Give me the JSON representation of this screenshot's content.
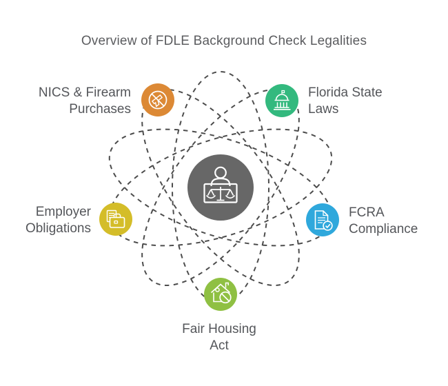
{
  "title": "Overview of FDLE Background Check Legalities",
  "colors": {
    "background": "#FFFFFF",
    "title_text": "#5B5C5F",
    "label_text": "#54565A",
    "orbit_dash": "#4C4C4C",
    "center_circle": "#676767",
    "icon_stroke": "#FFFFFF"
  },
  "center": {
    "icon": "person-at-desk-with-scales-icon"
  },
  "nodes": [
    {
      "id": "nics-firearm-purchases",
      "lines": [
        "NICS & Firearm",
        "Purchases"
      ],
      "icon": "no-firearms-icon",
      "color": "#DC8935"
    },
    {
      "id": "florida-state-laws",
      "lines": [
        "Florida State",
        "Laws"
      ],
      "icon": "capitol-building-icon",
      "color": "#33B97E"
    },
    {
      "id": "employer-obligations",
      "lines": [
        "Employer",
        "Obligations"
      ],
      "icon": "briefcase-documents-icon",
      "color": "#D4BD29"
    },
    {
      "id": "fcra-compliance",
      "lines": [
        "FCRA",
        "Compliance"
      ],
      "icon": "document-check-icon",
      "color": "#2FA8DC"
    },
    {
      "id": "fair-housing-act",
      "lines": [
        "Fair Housing",
        "Act"
      ],
      "icon": "house-prohibition-icon",
      "color": "#8FC043"
    }
  ]
}
